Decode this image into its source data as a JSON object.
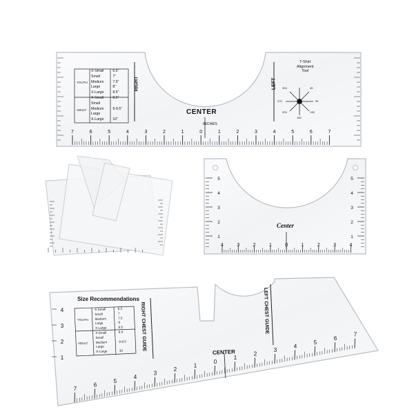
{
  "ruler_top": {
    "center_label": "CENTER",
    "inches_label": "INCHES",
    "right_label": "RIGHT",
    "left_label": "LEFT",
    "tool_title": [
      "T-Shirt",
      "Alignment",
      "Tool"
    ],
    "compass_angles": [
      "315",
      "45",
      "270",
      "90",
      "225",
      "135",
      "180"
    ],
    "group_labels": [
      "YOUTH",
      "ADULT"
    ],
    "size_rows": [
      {
        "size": "X-Small",
        "value": "6.5\""
      },
      {
        "size": "Small",
        "value": "7\""
      },
      {
        "size": "Medium",
        "value": "7.5\""
      },
      {
        "size": "Large",
        "value": "8\""
      },
      {
        "size": "X-Large",
        "value": "8.5\""
      },
      {
        "size": "X-Small",
        "value": "8.5\""
      },
      {
        "size": "Small",
        "value": ""
      },
      {
        "size": "Medium",
        "value": "9-9.5\""
      },
      {
        "size": "Large",
        "value": ""
      },
      {
        "size": "X-Large",
        "value": "10\""
      }
    ],
    "bottom_ticks": [
      "7",
      "6",
      "5",
      "4",
      "3",
      "2",
      "1",
      "0",
      "1",
      "2",
      "3",
      "4",
      "5",
      "6",
      "7"
    ]
  },
  "ruler_middle": {
    "center_label": "Center",
    "bottom_ticks": [
      "4",
      "3",
      "2",
      "1",
      "0",
      "1",
      "2",
      "3",
      "4"
    ],
    "side_ticks": [
      "5",
      "4",
      "3",
      "2",
      "1"
    ]
  },
  "ruler_bottom": {
    "title": "Size Recommendations",
    "right_label": "RIGHT CHEST GUIDE",
    "left_label": "LEFT CHEST GUIDE",
    "center_label": "CENTER",
    "group_labels": [
      "YOUTH",
      "ADULT"
    ],
    "size_rows": [
      {
        "size": "X-Small",
        "value": "6.5"
      },
      {
        "size": "Small",
        "value": "7"
      },
      {
        "size": "Medium",
        "value": "7.5"
      },
      {
        "size": "Large",
        "value": "8"
      },
      {
        "size": "X-Large",
        "value": "8.5"
      },
      {
        "size": "X-Small",
        "value": "8.5"
      },
      {
        "size": "Small",
        "value": ""
      },
      {
        "size": "Medium",
        "value": "9-9.5"
      },
      {
        "size": "Large",
        "value": ""
      },
      {
        "size": "X-Large",
        "value": "10"
      }
    ],
    "bottom_ticks": [
      "7",
      "6",
      "5",
      "4",
      "3",
      "2",
      "1",
      "0",
      "1",
      "2",
      "3",
      "4",
      "5",
      "6",
      "7"
    ]
  },
  "colors": {
    "background": "#ffffff",
    "acrylic_fill": "#f6f7f8",
    "acrylic_edge": "#b9bec4",
    "ink": "#111111"
  }
}
